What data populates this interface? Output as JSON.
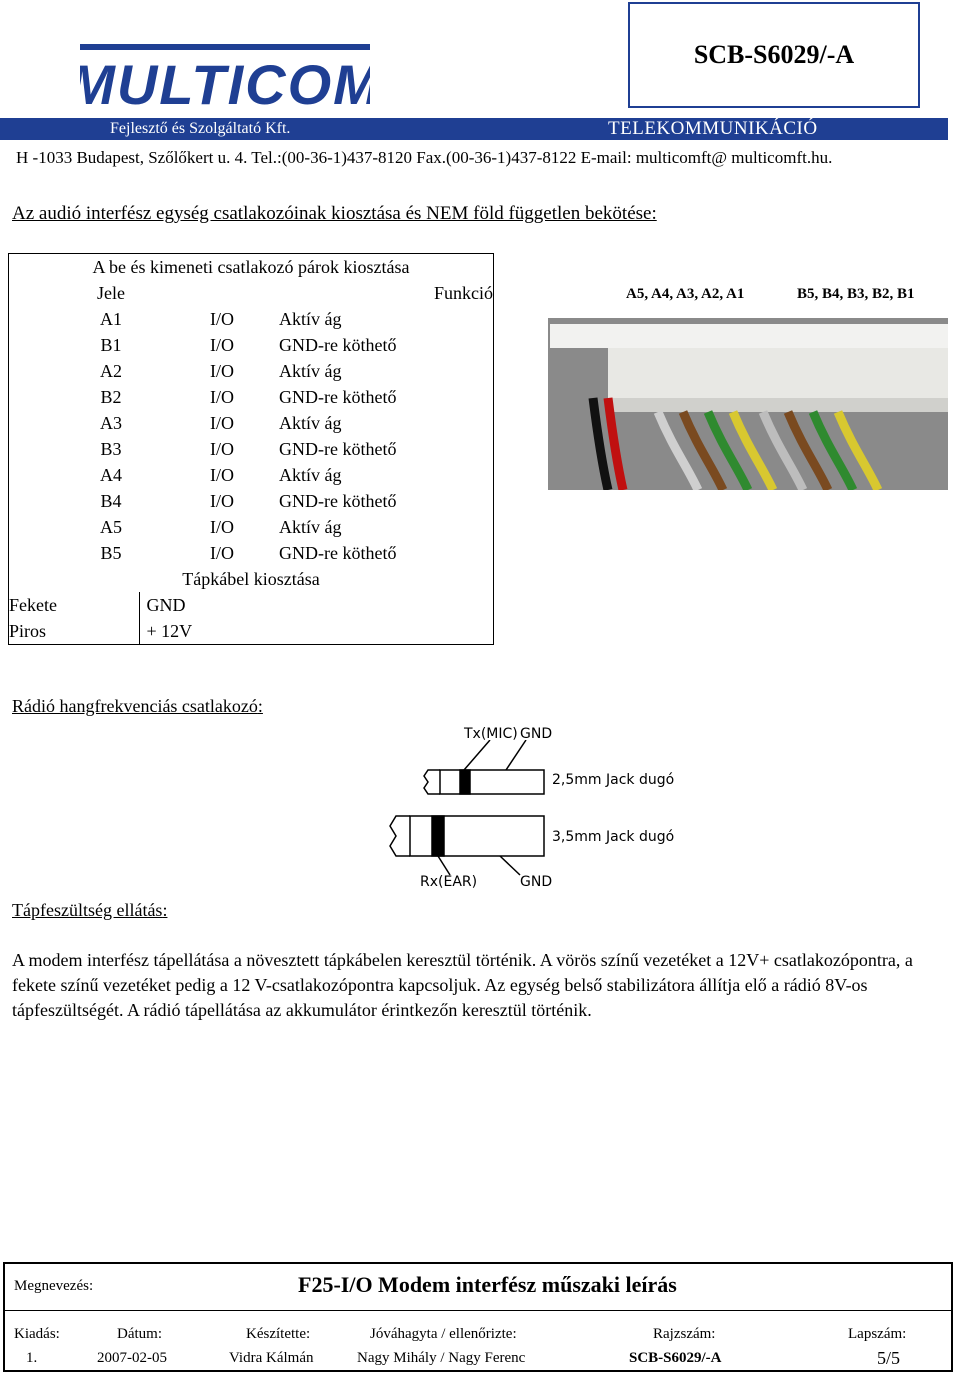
{
  "header": {
    "logo_text": "MULTICOM",
    "company": "Fejlesztő és Szolgáltató Kft.",
    "department": "TELEKOMMUNIKÁCIÓ",
    "doc_code": "SCB-S6029/-A",
    "address": "H -1033 Budapest, Szőlőkert u. 4.  Tel.:(00-36-1)437-8120  Fax.(00-36-1)437-8122    E-mail: multicomft@ multicomft.hu."
  },
  "heading": "Az audió interfész egység csatlakozóinak kiosztása és NEM föld független bekötése:",
  "pin_table": {
    "title": "A be és kimeneti csatlakozó párok kiosztása",
    "col_jele": "Jele",
    "col_funkcio": "Funkció",
    "rows": [
      {
        "pin": "A1",
        "io": "I/O",
        "func": "Aktív ág"
      },
      {
        "pin": "B1",
        "io": "I/O",
        "func": "GND-re köthető"
      },
      {
        "pin": "A2",
        "io": "I/O",
        "func": "Aktív ág"
      },
      {
        "pin": "B2",
        "io": "I/O",
        "func": "GND-re köthető"
      },
      {
        "pin": "A3",
        "io": "I/O",
        "func": "Aktív ág"
      },
      {
        "pin": "B3",
        "io": "I/O",
        "func": "GND-re köthető"
      },
      {
        "pin": "A4",
        "io": "I/O",
        "func": "Aktív ág"
      },
      {
        "pin": "B4",
        "io": "I/O",
        "func": "GND-re köthető"
      },
      {
        "pin": "A5",
        "io": "I/O",
        "func": "Aktív ág"
      },
      {
        "pin": "B5",
        "io": "I/O",
        "func": "GND-re köthető"
      }
    ],
    "power_title": "Tápkábel kiosztása",
    "power_rows": [
      {
        "wire": "Fekete",
        "value": "GND"
      },
      {
        "wire": "Piros",
        "value": "+ 12V"
      }
    ]
  },
  "connector": {
    "label_a": "A5, A4, A3, A2, A1",
    "label_b": "B5, B4, B3, B2, B1"
  },
  "radio_section": "Rádió hangfrekvenciás csatlakozó",
  "jack": {
    "tx": "Tx(MIC)",
    "gnd_top": "GND",
    "jack1": "2,5mm Jack dugó",
    "jack2": "3,5mm Jack dugó",
    "rx": "Rx(EAR)",
    "gnd_bottom": "GND"
  },
  "power_section": "Tápfeszültség ellátás",
  "paragraph": "A modem interfész tápellátása a növesztett tápkábelen keresztül történik. A vörös színű vezetéket a 12V+ csatlakozópontra, a fekete színű vezetéket pedig a 12 V-csatlakozópontra kapcsoljuk. Az egység belső stabilizátora állítja elő a rádió 8V-os tápfeszültségét. A rádió tápellátása az akkumulátor érintkezőn keresztül történik.",
  "footer": {
    "megnevezes_label": "Megnevezés:",
    "title": "F25-I/O Modem interfész műszaki leírás",
    "labels": {
      "kiadas": "Kiadás:",
      "datum": "Dátum:",
      "keszitette": "Készítette:",
      "jovahagyta": "Jóváhagyta / ellenőrizte:",
      "rajzszam": "Rajzszám:",
      "lapszam": "Lapszám:"
    },
    "values": {
      "kiadas": "1.",
      "datum": "2007-02-05",
      "keszitette": "Vidra Kálmán",
      "jovahagyta": "Nagy  Mihály / Nagy Ferenc",
      "rajzszam": "SCB-S6029/-A",
      "lapszam": "5/5"
    }
  },
  "colors": {
    "brand_blue": "#1f3f93"
  }
}
